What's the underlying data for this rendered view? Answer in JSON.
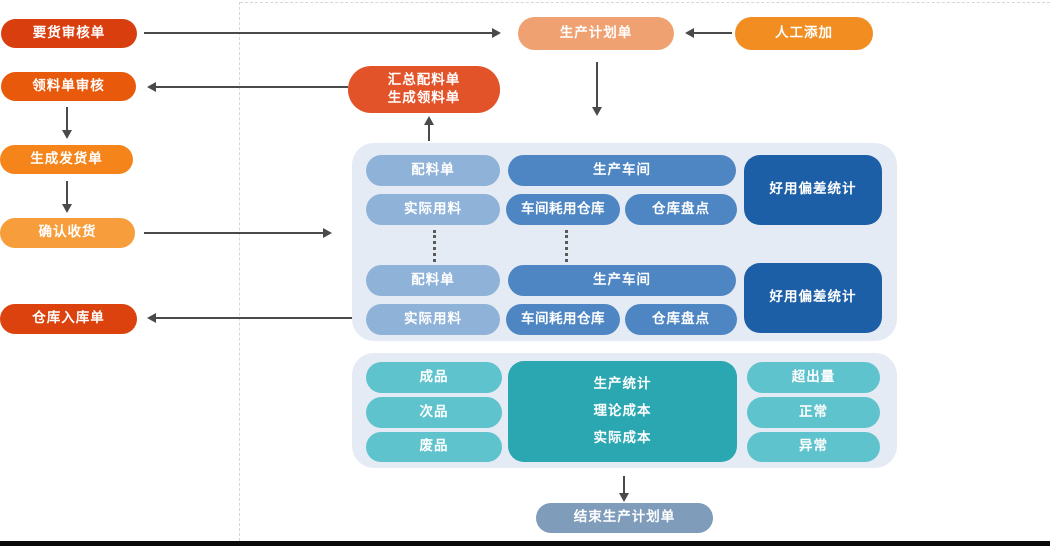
{
  "left_flow": {
    "demand_review": "要货审核单",
    "picking_review": "领料单审核",
    "create_shipment": "生成发货单",
    "confirm_receipt": "确认收货",
    "warehouse_inbound": "仓库入库单"
  },
  "top_flow": {
    "production_plan": "生产计划单",
    "manual_add": "人工添加",
    "summary_line1": "汇总配料单",
    "summary_line2": "生成领料单"
  },
  "workshop_panel": {
    "batching_list": "配料单",
    "actual_usage": "实际用料",
    "production_workshop": "生产车间",
    "workshop_consumption_warehouse": "车间耗用仓库",
    "warehouse_stocktake": "仓库盘点",
    "usage_deviation_stats": "好用偏差统计"
  },
  "stats_panel": {
    "finished_product": "成品",
    "defective_product": "次品",
    "scrap_product": "废品",
    "production_stats": "生产统计",
    "theoretical_cost": "理论成本",
    "actual_cost": "实际成本",
    "excess_quantity": "超出量",
    "normal": "正常",
    "abnormal": "异常"
  },
  "end_flow": {
    "end_production_plan": "结束生产计划单"
  },
  "palette": {
    "demand_review_red": "#d93e0f",
    "picking_orange_red": "#e9590c",
    "shipment_orange": "#f5851b",
    "receipt_light_orange": "#f79d3c",
    "inbound_red": "#db420d",
    "plan_salmon": "#efa172",
    "manual_orange": "#f28d21",
    "summary_red": "#e2532a",
    "panel_bg": "#e5ebf4",
    "blue_light": "#8fb2d9",
    "blue_mid": "#4e86c3",
    "blue_dark": "#1d5fa7",
    "teal_light": "#5fc3cd",
    "teal_dark": "#2aa7b0",
    "end_slate": "#7f9cbb",
    "arrow_gray": "#4a4a4a"
  }
}
